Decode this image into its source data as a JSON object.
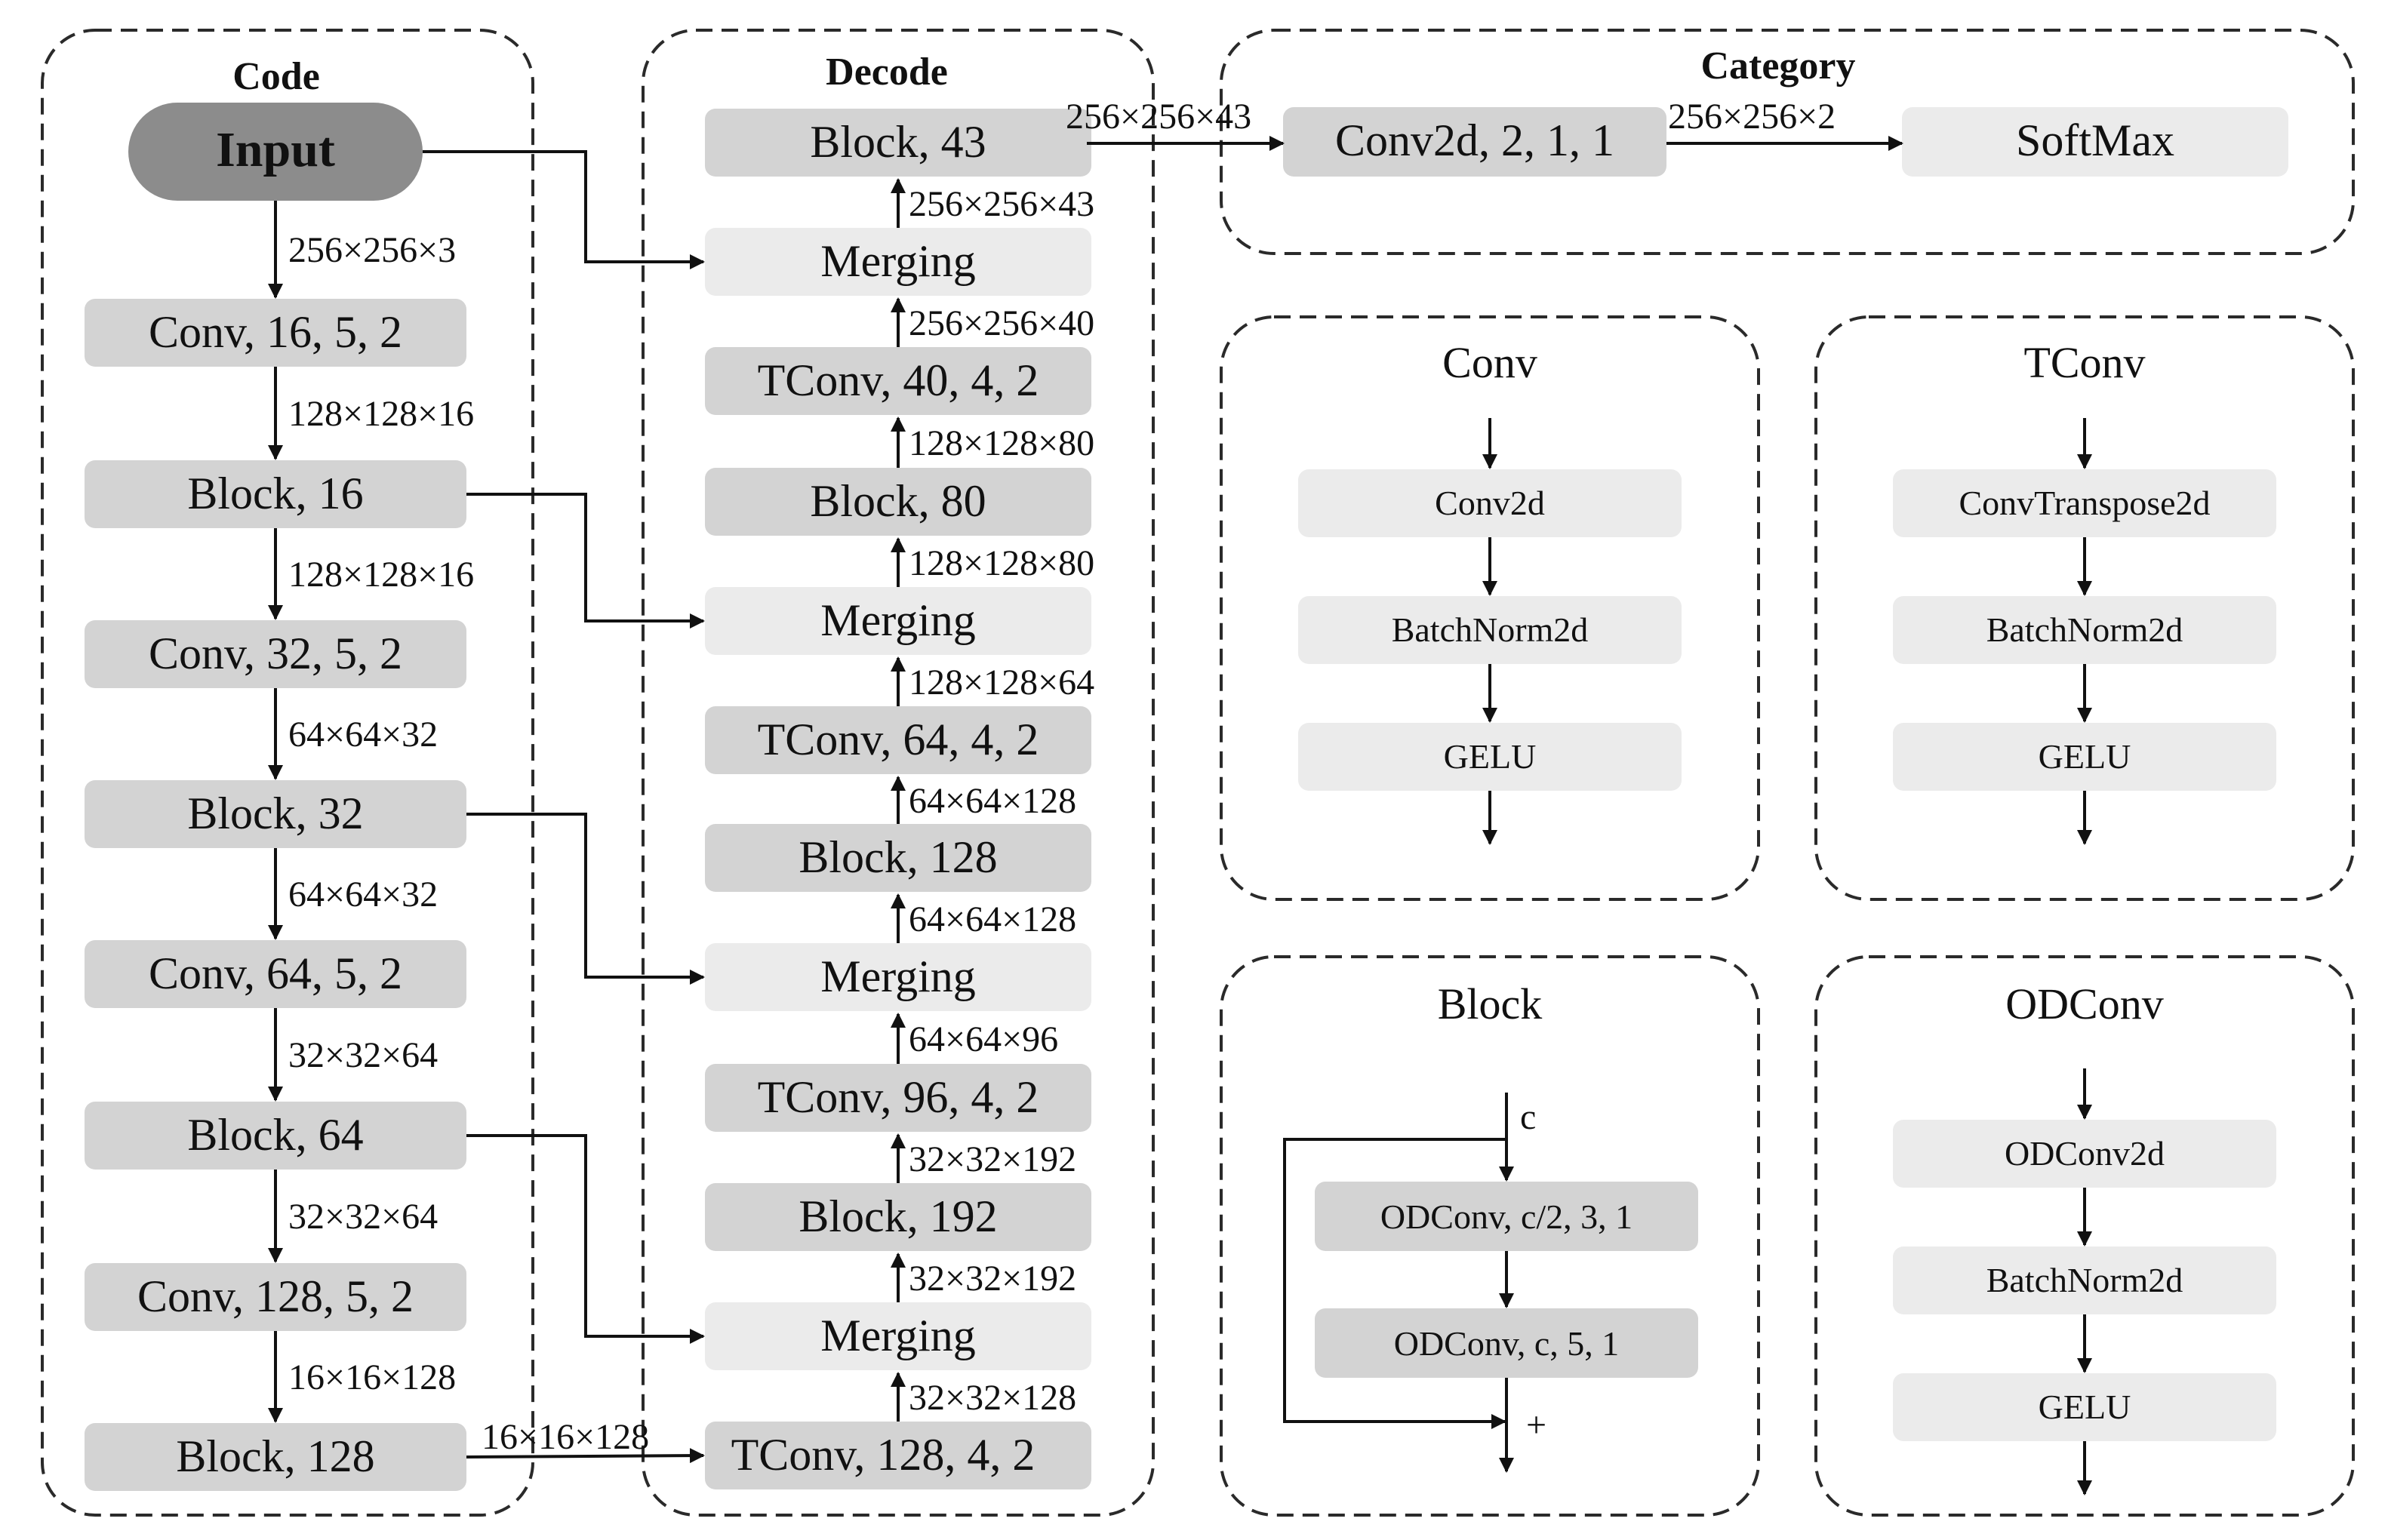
{
  "colors": {
    "dark": "#8c8c8c",
    "mid": "#d3d3d3",
    "light": "#ebebeb",
    "stroke": "#2a2a2a"
  },
  "groups": {
    "code": "Code",
    "decode": "Decode",
    "category": "Category",
    "conv": "Conv",
    "tconv": "TConv",
    "block": "Block",
    "odconv": "ODConv"
  },
  "code": {
    "input": "Input",
    "nodes": [
      "Conv, 16, 5, 2",
      "Block, 16",
      "Conv, 32, 5, 2",
      "Block, 32",
      "Conv, 64, 5, 2",
      "Block, 64",
      "Conv, 128, 5, 2",
      "Block, 128"
    ],
    "dims": [
      "256×256×3",
      "128×128×16",
      "128×128×16",
      "64×64×32",
      "64×64×32",
      "32×32×64",
      "32×32×64",
      "16×16×128"
    ]
  },
  "decode": {
    "nodes": [
      "Block, 43",
      "Merging",
      "TConv, 40, 4, 2",
      "Block, 80",
      "Merging",
      "TConv, 64, 4, 2",
      "Block, 128",
      "Merging",
      "TConv, 96, 4, 2",
      "Block, 192",
      "Merging",
      "TConv, 128, 4, 2"
    ],
    "dims": [
      "256×256×43",
      "256×256×40",
      "128×128×80",
      "128×128×80",
      "128×128×64",
      "64×64×128",
      "64×64×128",
      "64×64×96",
      "32×32×192",
      "32×32×192",
      "32×32×128"
    ],
    "skip_label": "16×16×128"
  },
  "category": {
    "conv": "Conv2d, 2, 1, 1",
    "softmax": "SoftMax",
    "dim_in": "256×256×43",
    "dim_mid": "256×256×2"
  },
  "conv_detail": [
    "Conv2d",
    "BatchNorm2d",
    "GELU"
  ],
  "tconv_detail": [
    "ConvTranspose2d",
    "BatchNorm2d",
    "GELU"
  ],
  "block_detail": {
    "c_label": "c",
    "plus": "+",
    "nodes": [
      "ODConv, c/2, 3, 1",
      "ODConv, c, 5, 1"
    ]
  },
  "odconv_detail": [
    "ODConv2d",
    "BatchNorm2d",
    "GELU"
  ]
}
